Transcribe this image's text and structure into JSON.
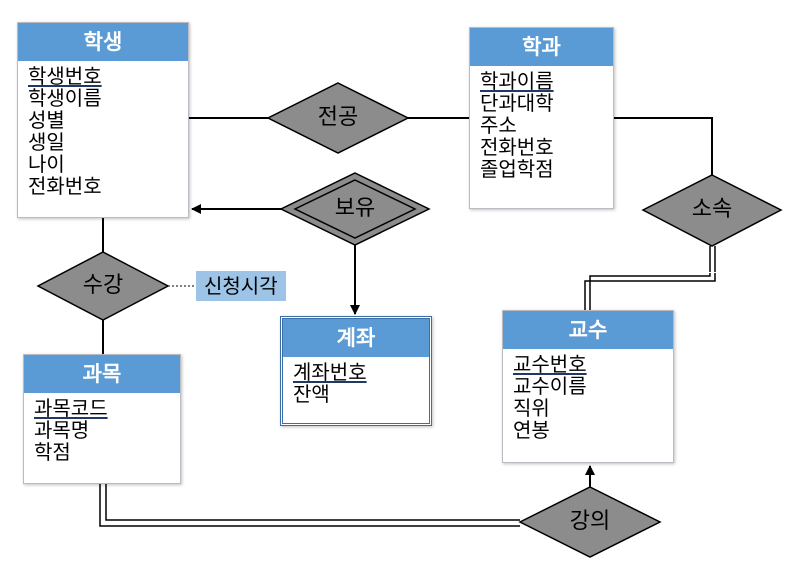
{
  "entities": {
    "student": {
      "title": "학생",
      "attributes": [
        "학생번호",
        "학생이름",
        "성별",
        "생일",
        "나이",
        "전화번호"
      ]
    },
    "department": {
      "title": "학과",
      "attributes": [
        "학과이름",
        "단과대학",
        "주소",
        "전화번호",
        "졸업학점"
      ]
    },
    "account": {
      "title": "계좌",
      "attributes": [
        "계좌번호",
        "잔액"
      ]
    },
    "professor": {
      "title": "교수",
      "attributes": [
        "교수번호",
        "교수이름",
        "직위",
        "연봉"
      ]
    },
    "course": {
      "title": "과목",
      "attributes": [
        "과목코드",
        "과목명",
        "학점"
      ]
    }
  },
  "relationships": {
    "major": "전공",
    "owns": "보유",
    "enroll": "수강",
    "belongs": "소속",
    "lecture": "강의"
  },
  "relationship_attributes": {
    "enroll_time": "신청시각"
  },
  "colors": {
    "entity_header": "#5b9bd5",
    "relationship_fill": "#8c8c8c",
    "attribute_fill": "#9dc3e6"
  }
}
